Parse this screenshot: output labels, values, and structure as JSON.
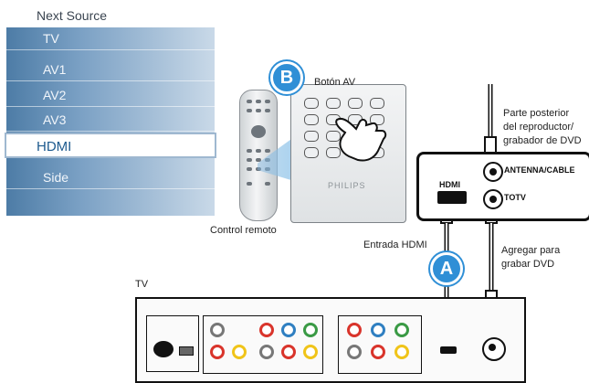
{
  "menu": {
    "title": "Next Source",
    "items": [
      "TV",
      "AV1",
      "AV2",
      "AV3",
      "HDMI",
      "Side"
    ],
    "selected": "HDMI"
  },
  "badges": {
    "b": "B",
    "a": "A"
  },
  "labels": {
    "boton_av": "Botón AV",
    "control_remoto": "Control remoto",
    "rear_line1": "Parte posterior",
    "rear_line2": "del reproductor/",
    "rear_line3": "grabador de DVD",
    "antenna_cable": "ANTENNA/CABLE",
    "to_tv": "TOTV",
    "hdmi_port": "HDMI",
    "entrada_hdmi": "Entrada HDMI",
    "agregar_line1": "Agregar para",
    "agregar_line2": "grabar DVD",
    "tv": "TV",
    "remote_brand": "PHILIPS"
  },
  "colors": {
    "accent": "#2f8fd6",
    "jack_red": "#d9342b",
    "jack_blue": "#2f7fc1",
    "jack_green": "#3a9a45",
    "jack_yellow": "#f0c419",
    "jack_white": "#ffffff"
  }
}
